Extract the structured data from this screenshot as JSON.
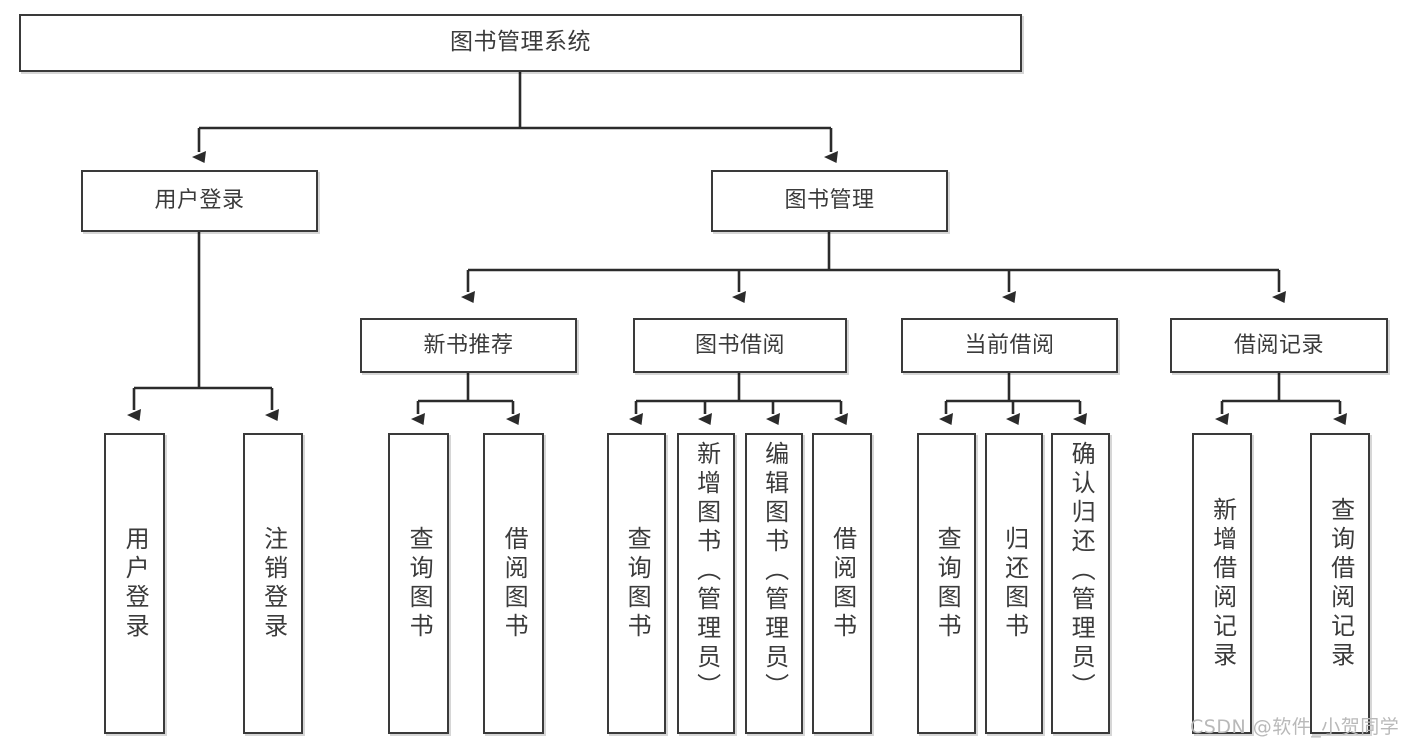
{
  "diagram": {
    "type": "tree-hierarchy",
    "title": "图书管理系统",
    "watermark": "CSDN @软件_小贺同学",
    "colors": {
      "box_border": "#3a3a3a",
      "box_fill": "#ffffff",
      "text": "#3b3b3b",
      "edge": "#2b2b2b",
      "watermark": "#b9b9b9"
    },
    "nodes": [
      {
        "id": "root",
        "label": "图书管理系统",
        "level": 0,
        "orientation": "horizontal"
      },
      {
        "id": "user-login",
        "label": "用户登录",
        "level": 1,
        "orientation": "horizontal"
      },
      {
        "id": "book-manage",
        "label": "图书管理",
        "level": 1,
        "orientation": "horizontal"
      },
      {
        "id": "new-book-rec",
        "label": "新书推荐",
        "level": 2,
        "orientation": "horizontal"
      },
      {
        "id": "book-borrow",
        "label": "图书借阅",
        "level": 2,
        "orientation": "horizontal"
      },
      {
        "id": "current-borrow",
        "label": "当前借阅",
        "level": 2,
        "orientation": "horizontal"
      },
      {
        "id": "borrow-record",
        "label": "借阅记录",
        "level": 2,
        "orientation": "horizontal"
      },
      {
        "id": "leaf-user-login",
        "label": "用户登录",
        "level": 3,
        "orientation": "vertical"
      },
      {
        "id": "leaf-logout",
        "label": "注销登录",
        "level": 3,
        "orientation": "vertical"
      },
      {
        "id": "leaf-query-1",
        "label": "查询图书",
        "level": 3,
        "orientation": "vertical"
      },
      {
        "id": "leaf-borrow-1",
        "label": "借阅图书",
        "level": 3,
        "orientation": "vertical"
      },
      {
        "id": "leaf-query-2",
        "label": "查询图书",
        "level": 3,
        "orientation": "vertical"
      },
      {
        "id": "leaf-add-book",
        "label": "新增图书（管理员）",
        "level": 3,
        "orientation": "vertical"
      },
      {
        "id": "leaf-edit-book",
        "label": "编辑图书（管理员）",
        "level": 3,
        "orientation": "vertical"
      },
      {
        "id": "leaf-borrow-2",
        "label": "借阅图书",
        "level": 3,
        "orientation": "vertical"
      },
      {
        "id": "leaf-query-3",
        "label": "查询图书",
        "level": 3,
        "orientation": "vertical"
      },
      {
        "id": "leaf-return",
        "label": "归还图书",
        "level": 3,
        "orientation": "vertical"
      },
      {
        "id": "leaf-confirm",
        "label": "确认归还（管理员）",
        "level": 3,
        "orientation": "vertical"
      },
      {
        "id": "leaf-add-rec",
        "label": "新增借阅记录",
        "level": 3,
        "orientation": "vertical"
      },
      {
        "id": "leaf-query-rec",
        "label": "查询借阅记录",
        "level": 3,
        "orientation": "vertical"
      }
    ],
    "edges": [
      {
        "from": "root",
        "to": "user-login"
      },
      {
        "from": "root",
        "to": "book-manage"
      },
      {
        "from": "user-login",
        "to": "leaf-user-login"
      },
      {
        "from": "user-login",
        "to": "leaf-logout"
      },
      {
        "from": "book-manage",
        "to": "new-book-rec"
      },
      {
        "from": "book-manage",
        "to": "book-borrow"
      },
      {
        "from": "book-manage",
        "to": "current-borrow"
      },
      {
        "from": "book-manage",
        "to": "borrow-record"
      },
      {
        "from": "new-book-rec",
        "to": "leaf-query-1"
      },
      {
        "from": "new-book-rec",
        "to": "leaf-borrow-1"
      },
      {
        "from": "book-borrow",
        "to": "leaf-query-2"
      },
      {
        "from": "book-borrow",
        "to": "leaf-add-book"
      },
      {
        "from": "book-borrow",
        "to": "leaf-edit-book"
      },
      {
        "from": "book-borrow",
        "to": "leaf-borrow-2"
      },
      {
        "from": "current-borrow",
        "to": "leaf-query-3"
      },
      {
        "from": "current-borrow",
        "to": "leaf-return"
      },
      {
        "from": "current-borrow",
        "to": "leaf-confirm"
      },
      {
        "from": "borrow-record",
        "to": "leaf-add-rec"
      },
      {
        "from": "borrow-record",
        "to": "leaf-query-rec"
      }
    ]
  }
}
